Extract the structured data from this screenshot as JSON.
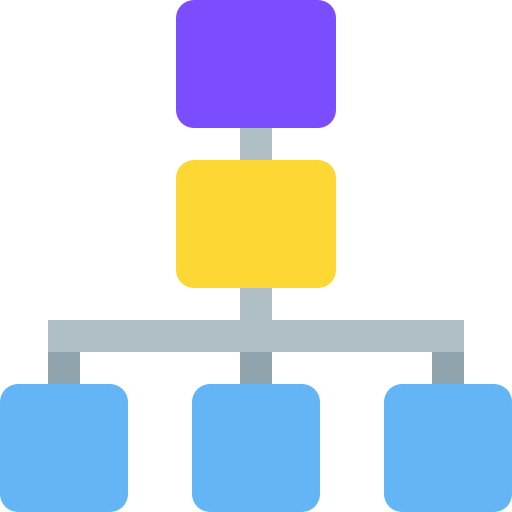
{
  "diagram": {
    "type": "hierarchy",
    "nodes": [
      {
        "id": "top",
        "level": 1,
        "color": "#7C4DFF"
      },
      {
        "id": "mid",
        "level": 2,
        "color": "#FDD835"
      },
      {
        "id": "left",
        "level": 3,
        "color": "#64B5F6"
      },
      {
        "id": "center",
        "level": 3,
        "color": "#64B5F6"
      },
      {
        "id": "right",
        "level": 3,
        "color": "#64B5F6"
      }
    ],
    "edges": [
      {
        "from": "top",
        "to": "mid"
      },
      {
        "from": "mid",
        "to": "left"
      },
      {
        "from": "mid",
        "to": "center"
      },
      {
        "from": "mid",
        "to": "right"
      }
    ],
    "connector_color": "#B0BEC5",
    "connector_drop_color": "#90A4AE"
  }
}
